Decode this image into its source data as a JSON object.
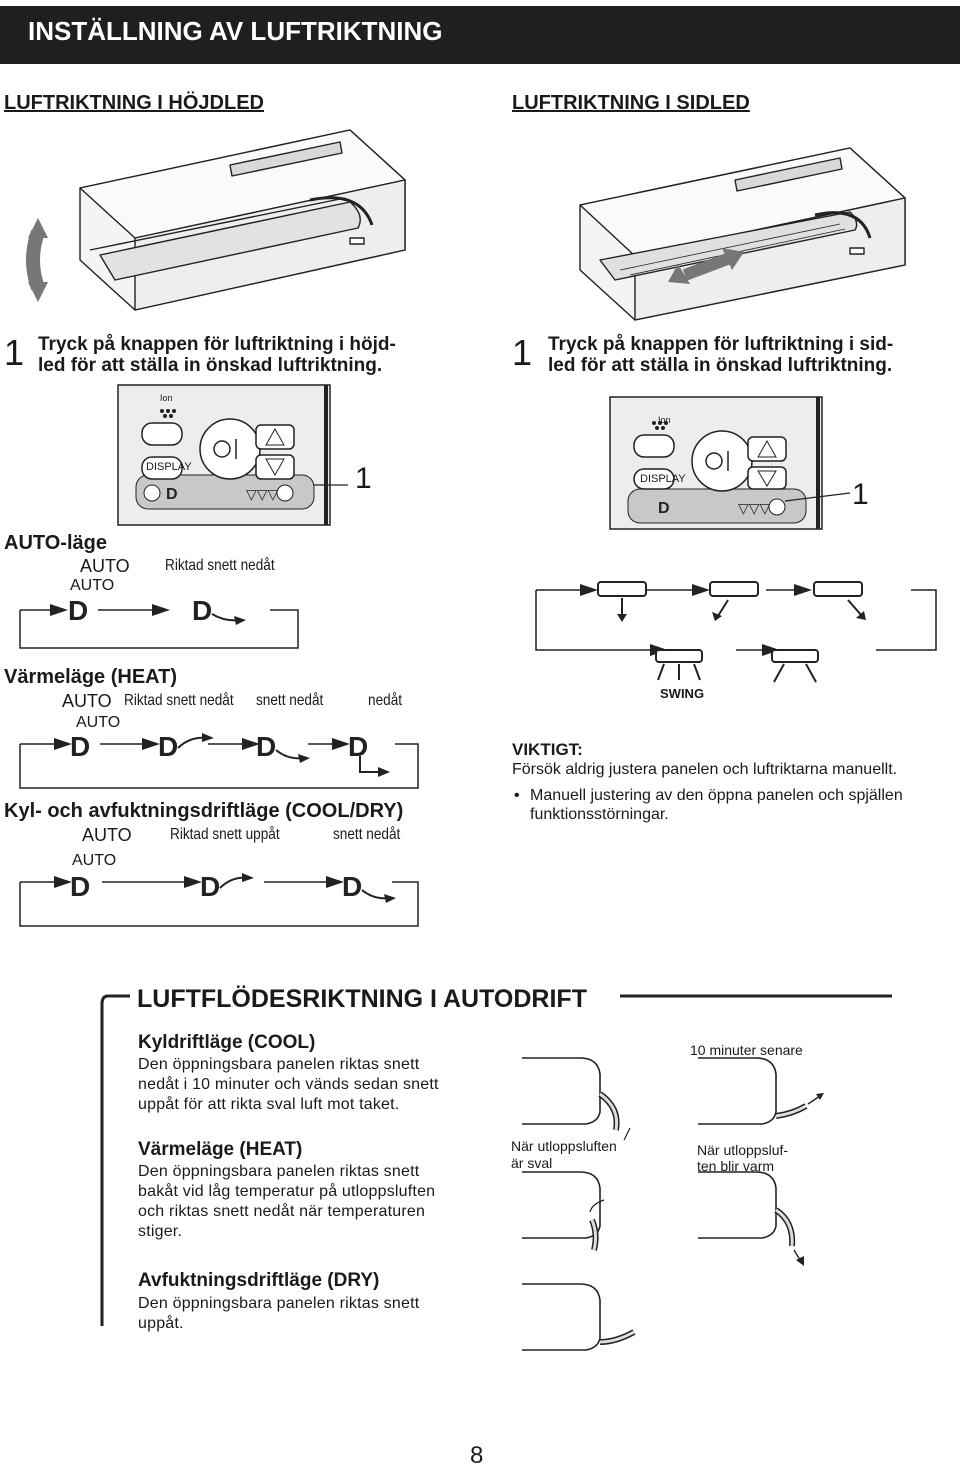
{
  "header": {
    "title": "INSTÄLLNING AV LUFTRIKTNING"
  },
  "vertical": {
    "heading": "LUFTRIKTNING I HÖJDLED",
    "step_number": "1",
    "step_text_1": "Tryck på knappen för luftriktning i höjd-",
    "step_text_2": "led för att ställa in önskad luftriktning.",
    "remote": {
      "ion": "Ion",
      "display": "DISPLAY",
      "callout": "1"
    },
    "auto_mode": {
      "title": "AUTO-läge",
      "labels": [
        "AUTO",
        "Riktad snett nedåt"
      ],
      "auto_tag": "AUTO"
    },
    "heat_mode": {
      "title": "Värmeläge (HEAT)",
      "labels": [
        "AUTO",
        "Riktad snett nedåt",
        "snett nedåt",
        "nedåt"
      ],
      "auto_tag": "AUTO"
    },
    "cool_dry_mode": {
      "title": "Kyl- och avfuktningsdriftläge (COOL/DRY)",
      "labels": [
        "AUTO",
        "Riktad snett uppåt",
        "snett nedåt"
      ],
      "auto_tag": "AUTO"
    }
  },
  "horizontal": {
    "heading": "LUFTRIKTNING I SIDLED",
    "step_number": "1",
    "step_text_1": "Tryck på knappen för luftriktning i sid-",
    "step_text_2": "led för att ställa in önskad luftriktning.",
    "remote": {
      "ion": "Ion",
      "display": "DISPLAY",
      "callout": "1"
    },
    "swing_label": "SWING"
  },
  "warning": {
    "title": "VIKTIGT:",
    "line1": "Försök aldrig justera panelen och luftriktarna manuellt.",
    "bullet_1": "Manuell justering av den öppna panelen och spjällen",
    "bullet_2": "funktionsstörningar."
  },
  "auto_flow": {
    "title": "LUFTFLÖDESRIKTNING I AUTODRIFT",
    "cool": {
      "title": "Kyldriftläge (COOL)",
      "lines": [
        "Den öppningsbara panelen riktas snett",
        "nedåt i 10 minuter och vänds sedan snett",
        "uppåt för att rikta sval luft mot taket."
      ]
    },
    "heat": {
      "title": "Värmeläge (HEAT)",
      "lines": [
        "Den öppningsbara panelen riktas snett",
        "bakåt vid låg temperatur på utloppsluften",
        "och riktas snett nedåt när temperaturen",
        "stiger."
      ]
    },
    "dry": {
      "title": "Avfuktningsdriftläge (DRY)",
      "lines": [
        "Den öppningsbara panelen riktas snett",
        "uppåt."
      ]
    },
    "note_10min": "10 minuter senare",
    "note_cool_1": "När utloppsluften",
    "note_cool_2": "är sval",
    "note_warm_1": "När utloppsluf-",
    "note_warm_2": "ten blir varm"
  },
  "page_number": "8",
  "colors": {
    "banner": "#1f1f1f",
    "remote_body": "#ededed",
    "remote_panel": "#c8c8c8",
    "unit_body": "#f4f4f4"
  }
}
